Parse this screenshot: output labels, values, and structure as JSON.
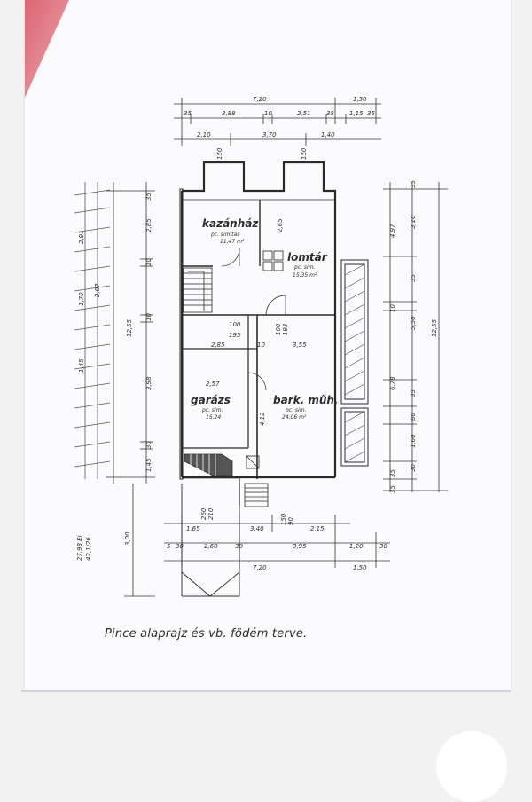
{
  "caption": "Pince alaprajz és vb. födém terve.",
  "rooms": {
    "kazanhaz": {
      "name": "kazánház",
      "sub1": "pc. simítás",
      "area": "11,47 m²"
    },
    "lomtar": {
      "name": "lomtár",
      "sub1": "pc. sim.",
      "area": "15,35 m²"
    },
    "garazs": {
      "name": "garázs",
      "sub1": "pc. sim.",
      "area": "15,24"
    },
    "barkmuh": {
      "name": "bark. műh.",
      "sub1": "pc. sim.",
      "area": "24,06 m²"
    }
  },
  "dims": {
    "top_total": "7,20",
    "top_right": "1,50",
    "top_row2": [
      "35",
      "3,88",
      "10",
      "2,51",
      "35",
      "1,15",
      "35"
    ],
    "top_row3": [
      "2,10",
      "3,70",
      "1,40"
    ],
    "window_top_1": "150",
    "window_top_2": "150",
    "inner_265": "2,65",
    "inner_100": "100",
    "inner_195": "195",
    "inner_285": "2,85",
    "inner_10": "10",
    "inner_355": "3,55",
    "inner_257": "2,57",
    "inner_412": "4,12",
    "inner_100b": "100",
    "inner_193": "193",
    "left_outer": "12,55",
    "left_inner": [
      "35",
      "2,85",
      "10",
      "2,07",
      "10",
      "3,98",
      "30",
      "1,45"
    ],
    "left_texts": [
      "2,91",
      "1,70",
      "1,45"
    ],
    "right_outer": "12,55",
    "right_mid": [
      "4,97",
      "10",
      "6,78",
      "35"
    ],
    "right_inner": [
      "35",
      "3,10",
      "35",
      "5,50",
      "35",
      "80",
      "1,60",
      "30",
      "35"
    ],
    "bottom_row1": [
      "1,65",
      "3,40",
      "2,15"
    ],
    "bottom_row2": [
      "5",
      "30",
      "2,60",
      "30",
      "3,95",
      "1,20",
      "30"
    ],
    "bottom_total": "7,20",
    "bottom_right": "1,50",
    "bottom_left_vert": "3,00",
    "bottom_win": [
      "260",
      "210",
      "150",
      "90"
    ],
    "side_notes": [
      "27,98 Ei",
      "42,1/26"
    ]
  }
}
